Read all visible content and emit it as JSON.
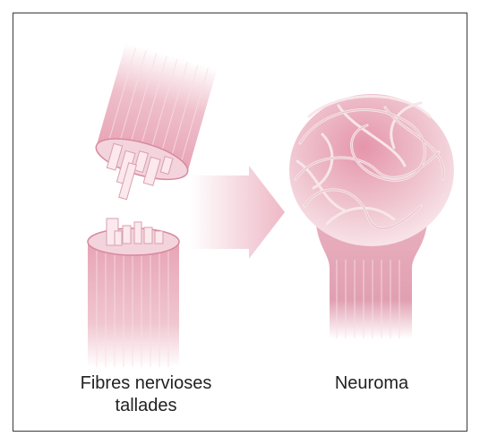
{
  "labels": {
    "cut_fibers_line1": "Fibres nervioses",
    "cut_fibers_line2": "tallades",
    "neuroma": "Neuroma"
  },
  "colors": {
    "nerve_pink": "#e9aab9",
    "nerve_dark": "#cf7d95",
    "fiber_light": "#f6dde3",
    "arrow": "#f2c9d3",
    "frame": "#3a3a3a"
  }
}
